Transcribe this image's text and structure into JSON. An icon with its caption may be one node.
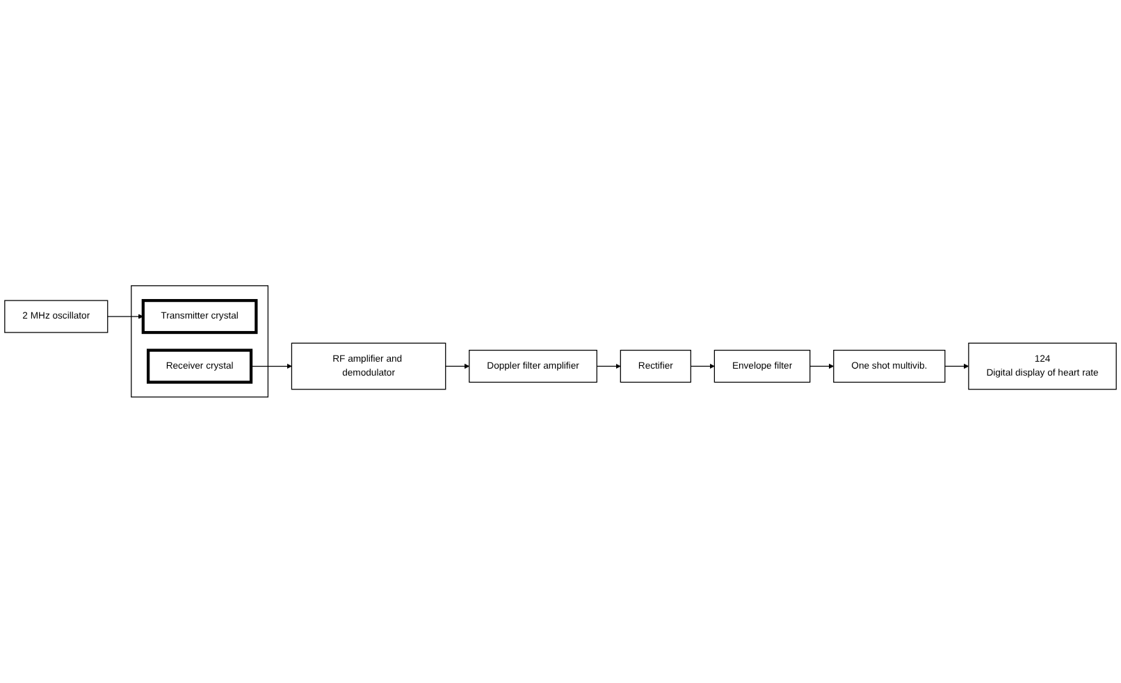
{
  "diagram": {
    "nodes": [
      {
        "text": [],
        "shape": "box"
      },
      {
        "text": [
          "Transmitter crystal"
        ],
        "in": 0
      },
      {
        "text": [
          "Receiver crystal"
        ],
        "in": 0
      },
      {
        "text": [
          "2 MHz oscillator"
        ]
      },
      {
        "text": [
          "RF amplifier and demodulator"
        ]
      },
      {
        "text": [
          "Doppler filter amplifier"
        ]
      },
      {
        "text": [
          "Rectifier"
        ]
      },
      {
        "text": [
          "Envelope filter"
        ]
      },
      {
        "text": [
          "One shot multivib."
        ]
      },
      {
        "text": [
          "124",
          "Digital display of heart rate"
        ]
      }
    ],
    "edges": [
      {
        "from": 3,
        "to": 1,
        "arrow": "to"
      },
      {
        "from": 2,
        "to": 4,
        "arrow": "to"
      },
      {
        "from": 4,
        "to": 5,
        "arrow": "to"
      },
      {
        "from": 5,
        "to": 6,
        "arrow": "to"
      },
      {
        "from": 6,
        "to": 7,
        "arrow": "to"
      },
      {
        "from": 7,
        "to": 8,
        "arrow": "to"
      },
      {
        "from": 8,
        "to": 9,
        "arrow": "to"
      }
    ]
  }
}
